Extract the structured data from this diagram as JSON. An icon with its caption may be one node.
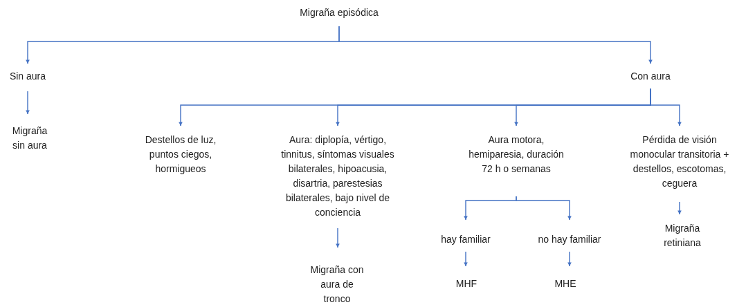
{
  "diagram": {
    "nodes": [
      {
        "text": [
          "Migraña episódica"
        ]
      },
      {
        "text": [
          "Sin aura"
        ]
      },
      {
        "text": [
          "Con aura"
        ]
      },
      {
        "text": [
          "Migraña sin aura"
        ]
      },
      {
        "text": [
          "Destellos de luz, puntos ciegos, hormigueos"
        ]
      },
      {
        "text": [
          "Aura: diplopía, vértigo, tinnitus, síntomas visuales bilaterales, hipoacusia, disartria, parestesias bilaterales, bajo nivel de conciencia"
        ]
      },
      {
        "text": [
          "Aura motora, hemiparesia, duración 72 h o semanas"
        ]
      },
      {
        "text": [
          "Pérdida de visión monocular transitoria + destellos, escotomas, ceguera"
        ]
      },
      {
        "text": [
          "Migraña con aura de tronco"
        ]
      },
      {
        "text": [
          "hay familiar"
        ]
      },
      {
        "text": [
          "no hay familiar"
        ]
      },
      {
        "text": [
          "Migraña retiniana"
        ]
      },
      {
        "text": [
          "MHF"
        ]
      },
      {
        "text": [
          "MHE"
        ]
      }
    ],
    "edges": [
      {
        "from": 0,
        "to": 1,
        "arrow": "to"
      },
      {
        "from": 0,
        "to": 2,
        "arrow": "to"
      },
      {
        "from": 1,
        "to": 3,
        "arrow": "to"
      },
      {
        "from": 2,
        "to": 4,
        "arrow": "to"
      },
      {
        "from": 2,
        "to": 5,
        "arrow": "to"
      },
      {
        "from": 2,
        "to": 6,
        "arrow": "to"
      },
      {
        "from": 2,
        "to": 7,
        "arrow": "to"
      },
      {
        "from": 5,
        "to": 8,
        "arrow": "to"
      },
      {
        "from": 6,
        "to": 9,
        "arrow": "to"
      },
      {
        "from": 6,
        "to": 10,
        "arrow": "to"
      },
      {
        "from": 7,
        "to": 11,
        "arrow": "to"
      },
      {
        "from": 9,
        "to": 12,
        "arrow": "to"
      },
      {
        "from": 10,
        "to": 13,
        "arrow": "to"
      }
    ]
  }
}
